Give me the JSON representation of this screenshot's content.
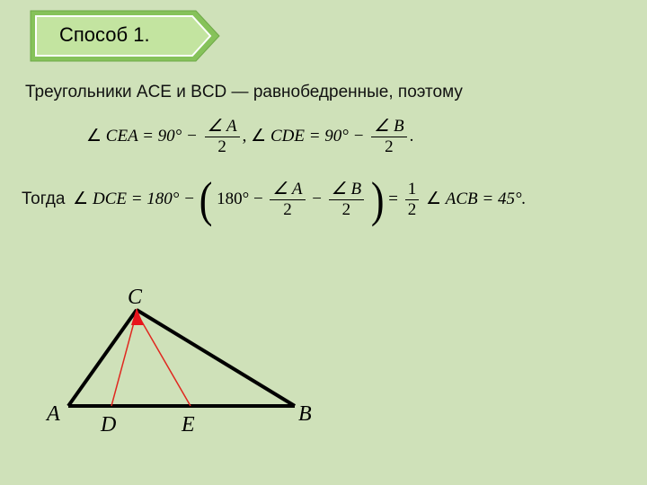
{
  "title": "Способ 1.",
  "intro": "Треугольники ACE и BCD — равнобедренные, поэтому",
  "eq1": {
    "angle": "∠",
    "lhs1": "CEA = 90° −",
    "num1": "∠ A",
    "den1": "2",
    "sep": ",",
    "lhs2": "CDE = 90° −",
    "num2": "∠ B",
    "den2": "2",
    "end": "."
  },
  "eq2": {
    "togda": "Тогда",
    "angle": "∠",
    "lhs": "DCE = 180° −",
    "inner": "180° −",
    "num1": "∠ A",
    "den1": "2",
    "minus": "−",
    "num2": "∠ B",
    "den2": "2",
    "eq": "=",
    "num3": "1",
    "den3": "2",
    "rhs": "ACB = 45°."
  },
  "figure": {
    "labels": {
      "A": "A",
      "B": "B",
      "C": "C",
      "D": "D",
      "E": "E"
    },
    "colors": {
      "triangle": "#000000",
      "bisectors": "#e0271f",
      "marker": "#e8141c"
    }
  },
  "badge_colors": {
    "outer": "#86c25a",
    "inner": "#bfe29a",
    "border": "#ffffff"
  }
}
